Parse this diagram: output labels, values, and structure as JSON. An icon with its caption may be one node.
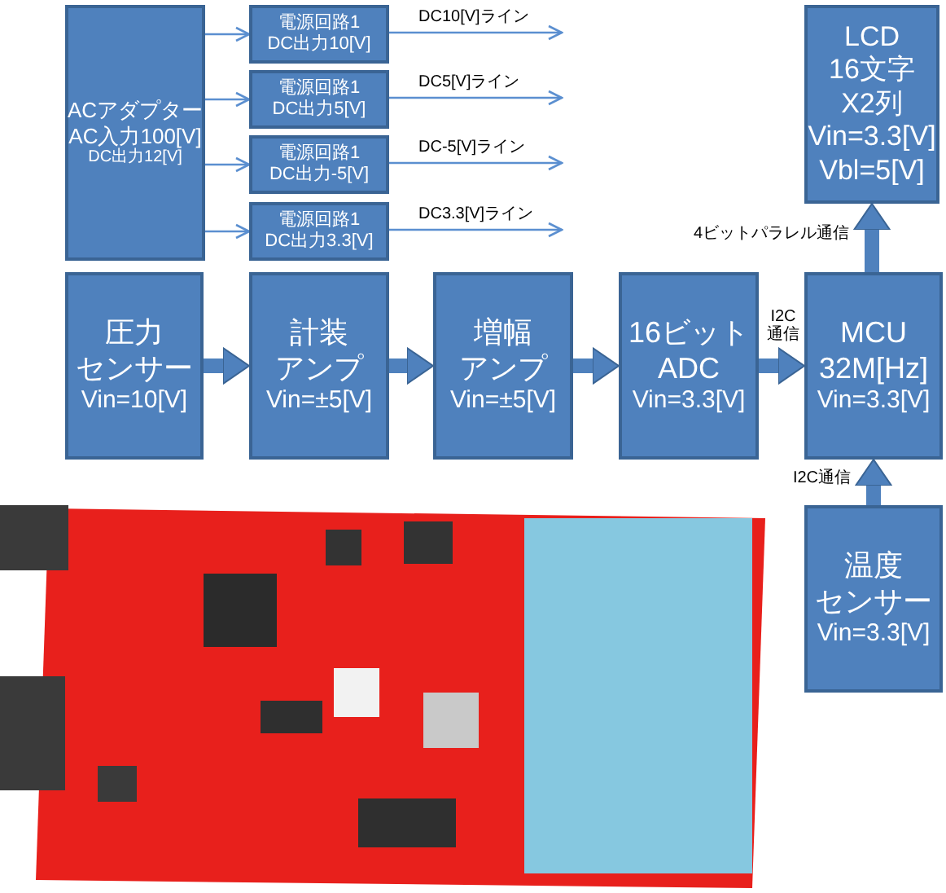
{
  "diagram": {
    "nodes": [
      {
        "text": [
          "ACアダプター",
          "AC入力100[V]",
          "DC出力12[V]"
        ]
      },
      {
        "text": [
          "電源回路1",
          "DC出力10[V]"
        ]
      },
      {
        "text": [
          "電源回路1",
          "DC出力5[V]"
        ]
      },
      {
        "text": [
          "電源回路1",
          "DC出力-5[V]"
        ]
      },
      {
        "text": [
          "電源回路1",
          "DC出力3.3[V]"
        ]
      },
      {
        "text": [
          "LCD",
          "16文字",
          "X2列",
          "Vin=3.3[V]",
          "Vbl=5[V]"
        ]
      },
      {
        "text": [
          "圧力",
          "センサー",
          "Vin=10[V]"
        ]
      },
      {
        "text": [
          "計装",
          "アンプ",
          "Vin=±5[V]"
        ]
      },
      {
        "text": [
          "増幅",
          "アンプ",
          "Vin=±5[V]"
        ]
      },
      {
        "text": [
          "16ビット",
          "ADC",
          "Vin=3.3[V]"
        ]
      },
      {
        "text": [
          "MCU",
          "32M[Hz]",
          "Vin=3.3[V]"
        ]
      },
      {
        "text": [
          "温度",
          "センサー",
          "Vin=3.3[V]"
        ]
      }
    ],
    "edges": [
      {
        "from": 0,
        "to": 1,
        "arrow": "to"
      },
      {
        "from": 0,
        "to": 2,
        "arrow": "to"
      },
      {
        "from": 0,
        "to": 3,
        "arrow": "to"
      },
      {
        "from": 0,
        "to": 4,
        "arrow": "to"
      },
      {
        "from": 1,
        "to": null,
        "arrow": "to",
        "label": "DC10[V]ライン"
      },
      {
        "from": 2,
        "to": null,
        "arrow": "to",
        "label": "DC5[V]ライン"
      },
      {
        "from": 3,
        "to": null,
        "arrow": "to",
        "label": "DC-5[V]ライン"
      },
      {
        "from": 4,
        "to": null,
        "arrow": "to",
        "label": "DC3.3[V]ライン"
      },
      {
        "from": 6,
        "to": 7,
        "arrow": "to",
        "style": "thick"
      },
      {
        "from": 7,
        "to": 8,
        "arrow": "to",
        "style": "thick"
      },
      {
        "from": 8,
        "to": 9,
        "arrow": "to",
        "style": "thick"
      },
      {
        "from": 9,
        "to": 10,
        "arrow": "to",
        "style": "thick",
        "label": "I2C 通信"
      },
      {
        "from": 10,
        "to": 5,
        "arrow": "to",
        "style": "thick",
        "label": "4ビットパラレル通信"
      },
      {
        "from": 11,
        "to": 10,
        "arrow": "to",
        "style": "thick",
        "label": "I2C通信"
      }
    ]
  }
}
